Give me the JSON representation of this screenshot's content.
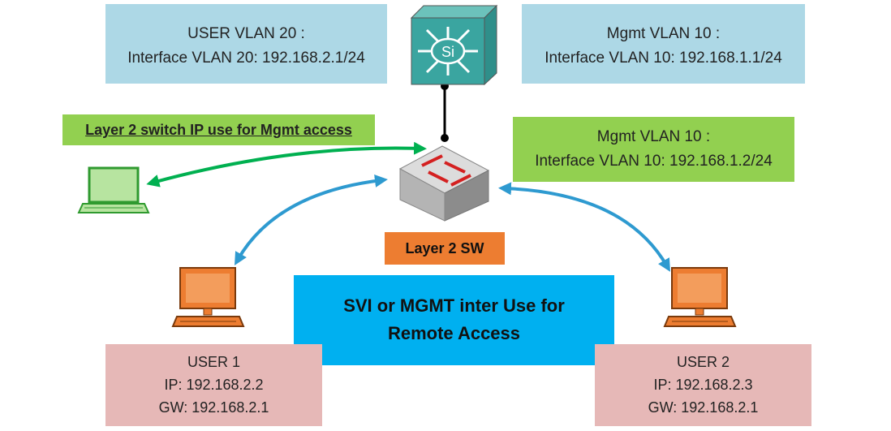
{
  "user_vlan_box": {
    "line1": "USER VLAN 20 :",
    "line2": "Interface VLAN 20: 192.168.2.1/24"
  },
  "mgmt_vlan_core_box": {
    "line1": "Mgmt VLAN 10 :",
    "line2": "Interface VLAN 10: 192.168.1.1/24"
  },
  "mgmt_vlan_access_box": {
    "line1": "Mgmt VLAN 10 :",
    "line2": "Interface VLAN 10: 192.168.1.2/24"
  },
  "layer2_ip_label": "Layer 2 switch IP use for Mgmt access",
  "core_switch_label": "Si",
  "layer2_sw_label": "Layer 2 SW",
  "svi_box": {
    "line1": "SVI or MGMT inter Use for",
    "line2": "Remote Access"
  },
  "user1": {
    "name": "USER 1",
    "ip": "IP: 192.168.2.2",
    "gw": "GW: 192.168.2.1"
  },
  "user2": {
    "name": "USER 2",
    "ip": "IP: 192.168.2.3",
    "gw": "GW: 192.168.2.1"
  },
  "colors": {
    "light_blue": "#add8e6",
    "green": "#92d050",
    "orange": "#ed7d31",
    "bright_blue": "#00b0f0",
    "pink": "#e6b8b7",
    "teal": "#3aa5a0",
    "arrow_green": "#00b050",
    "arrow_blue": "#2e9ad0"
  },
  "icons": [
    "multilayer-switch-icon",
    "layer2-switch-icon",
    "laptop-icon",
    "desktop-pc-icon"
  ]
}
